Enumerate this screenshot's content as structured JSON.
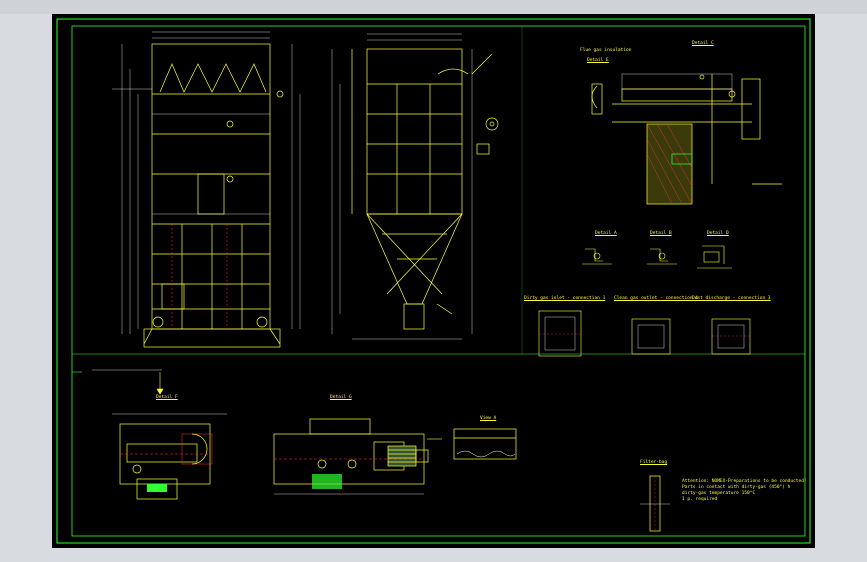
{
  "drawing": {
    "colors": {
      "background": "#000000",
      "frame": "#33ff33",
      "geometry": "#ffff33",
      "dimension": "#ffffff",
      "hidden": "#ff3333",
      "cyan": "#33ffff"
    },
    "view_titles": {
      "detail_c": "Detail C",
      "detail_e": "Detail E",
      "flue_gas_insulation": "Flue gas insulation",
      "detail_a": "Detail A",
      "detail_b": "Detail B",
      "detail_d": "Detail D",
      "dirty_gas_conn": "Dirty gas inlet - connection 1",
      "clean_gas_conn": "Clean gas outlet - connection 4",
      "dust_discharge_conn": "Dust discharge - connection 3",
      "detail_f": "Detail F",
      "detail_g": "Detail G",
      "view_a": "View A",
      "filter_bag": "Filter-bag"
    },
    "notes": {
      "attention_1": "Attention: NOMEX-Preparations to be conducted!",
      "attention_2": "Parts in contact with dirty-gas (450°) h",
      "attention_3": "dirty-gas temperature 150°C",
      "attention_4": "1 p. required"
    }
  }
}
